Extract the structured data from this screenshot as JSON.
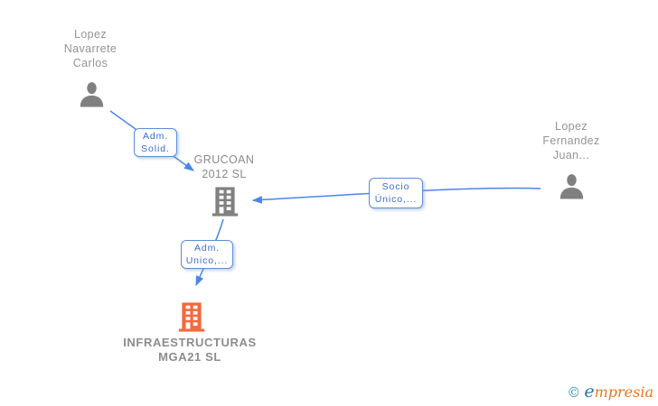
{
  "diagram": {
    "person1": {
      "line1": "Lopez",
      "line2": "Navarrete",
      "line3": "Carlos"
    },
    "person2": {
      "line1": "Lopez",
      "line2": "Fernandez",
      "line3": "Juan..."
    },
    "company1": {
      "line1": "GRUCOAN",
      "line2": "2012 SL"
    },
    "company2": {
      "line1": "INFRAESTRUCTURAS",
      "line2": "MGA21 SL"
    },
    "edge1": {
      "line1": "Adm.",
      "line2": "Solid."
    },
    "edge2": {
      "line1": "Socio",
      "line2": "Único,..."
    },
    "edge3": {
      "line1": "Adm.",
      "line2": "Unico,..."
    }
  },
  "watermark": {
    "copyright": "©",
    "brand_first_letter": "e",
    "brand_rest": "mpresia"
  },
  "colors": {
    "edge_blue": "#4a86e8",
    "box_border_blue": "#5b8dd9",
    "box_text_blue": "#3a6cd4",
    "node_gray": "#808080",
    "text_gray": "#949494",
    "highlight_orange": "#f5683e",
    "logo_teal": "#2f93ad",
    "logo_orange": "#e8781e"
  }
}
